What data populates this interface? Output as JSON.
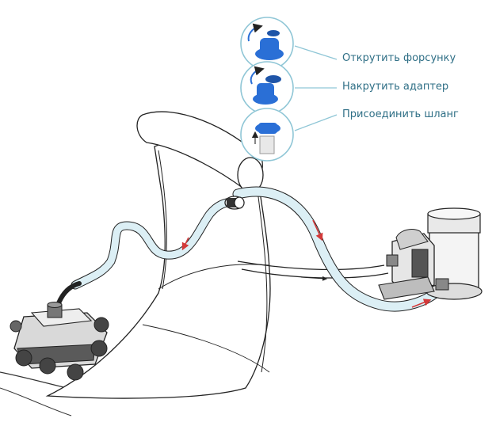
{
  "steps": [
    {
      "label": "Открутить форсунку",
      "icon": "unscrew-nozzle-icon"
    },
    {
      "label": "Накрутить адаптер",
      "icon": "screw-adapter-icon"
    },
    {
      "label": "Присоединить шланг",
      "icon": "connect-hose-icon"
    }
  ],
  "colors": {
    "accent_blue": "#2a6fd6",
    "circle_outline": "#8fc6d6",
    "label_text": "#2f6f86",
    "hose_fill": "#dceff5",
    "flow_arrow": "#d33a3a",
    "line": "#222222"
  },
  "components": [
    "pool-wall",
    "robot-cleaner",
    "filter-pump",
    "hose",
    "wall-fitting"
  ]
}
